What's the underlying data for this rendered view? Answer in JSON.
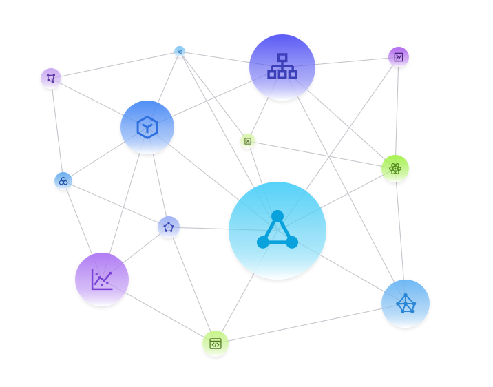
{
  "diagram": {
    "type": "network-graph",
    "nodes": [
      {
        "id": "org-chart",
        "icon": "org-chart-icon",
        "color_top": "#5b5cf6",
        "color_bottom": "#ffffff",
        "icon_color": "#3b3fb8"
      },
      {
        "id": "cube",
        "icon": "cube-icon",
        "color_top": "#4f8ef7",
        "color_bottom": "#ffffff",
        "icon_color": "#2f6fe0"
      },
      {
        "id": "triangle-nodes",
        "icon": "triangle-nodes-icon",
        "color_top": "#55d2f9",
        "color_bottom": "#ffffff",
        "icon_color": "#0aa2dd"
      },
      {
        "id": "line-chart",
        "icon": "line-chart-icon",
        "color_top": "#b07cf5",
        "color_bottom": "#ffffff",
        "icon_color": "#7a45d6"
      },
      {
        "id": "graph-network",
        "icon": "graph-network-icon",
        "color_top": "#6fb8f5",
        "color_bottom": "#ffffff",
        "icon_color": "#2b86d6"
      },
      {
        "id": "atom",
        "icon": "atom-icon",
        "color_top": "#a6f24f",
        "color_bottom": "#ffffff",
        "icon_color": "#4f8a17"
      },
      {
        "id": "code-window",
        "icon": "code-window-icon",
        "color_top": "#c7f58a",
        "color_bottom": "#ffffff",
        "icon_color": "#4f7a1d"
      },
      {
        "id": "pentagon",
        "icon": "pentagon-icon",
        "color_top": "#9fb2f5",
        "color_bottom": "#ffffff",
        "icon_color": "#3344b8"
      },
      {
        "id": "molecule",
        "icon": "molecule-icon",
        "color_top": "#6aaef0",
        "color_bottom": "#ffffff",
        "icon_color": "#1f4fa8"
      },
      {
        "id": "vector-shape",
        "icon": "vector-shape-icon",
        "color_top": "#c9a8f2",
        "color_bottom": "#ffffff",
        "icon_color": "#5a32a6"
      },
      {
        "id": "waves",
        "icon": "waves-icon",
        "color_top": "#7cc4f5",
        "color_bottom": "#ffffff",
        "icon_color": "#1e6fb8"
      },
      {
        "id": "photo-frame",
        "icon": "photo-frame-icon",
        "color_top": "#b168ef",
        "color_bottom": "#ffffff",
        "icon_color": "#4a2580"
      },
      {
        "id": "image-square",
        "icon": "image-square-icon",
        "color_top": "#d9f5a8",
        "color_bottom": "#ffffff",
        "icon_color": "#5a7a2a"
      }
    ],
    "edges": [
      [
        "waves",
        "org-chart"
      ],
      [
        "waves",
        "vector-shape"
      ],
      [
        "waves",
        "cube"
      ],
      [
        "waves",
        "image-square"
      ],
      [
        "waves",
        "triangle-nodes"
      ],
      [
        "org-chart",
        "cube"
      ],
      [
        "org-chart",
        "photo-frame"
      ],
      [
        "org-chart",
        "image-square"
      ],
      [
        "org-chart",
        "atom"
      ],
      [
        "org-chart",
        "graph-network"
      ],
      [
        "vector-shape",
        "cube"
      ],
      [
        "vector-shape",
        "molecule"
      ],
      [
        "cube",
        "molecule"
      ],
      [
        "cube",
        "triangle-nodes"
      ],
      [
        "cube",
        "line-chart"
      ],
      [
        "cube",
        "pentagon"
      ],
      [
        "image-square",
        "triangle-nodes"
      ],
      [
        "image-square",
        "atom"
      ],
      [
        "photo-frame",
        "atom"
      ],
      [
        "photo-frame",
        "triangle-nodes"
      ],
      [
        "atom",
        "triangle-nodes"
      ],
      [
        "atom",
        "graph-network"
      ],
      [
        "molecule",
        "pentagon"
      ],
      [
        "molecule",
        "line-chart"
      ],
      [
        "pentagon",
        "line-chart"
      ],
      [
        "pentagon",
        "triangle-nodes"
      ],
      [
        "pentagon",
        "code-window"
      ],
      [
        "line-chart",
        "code-window"
      ],
      [
        "triangle-nodes",
        "code-window"
      ],
      [
        "triangle-nodes",
        "graph-network"
      ],
      [
        "code-window",
        "graph-network"
      ]
    ],
    "edge_color": "#c4c6cc"
  }
}
